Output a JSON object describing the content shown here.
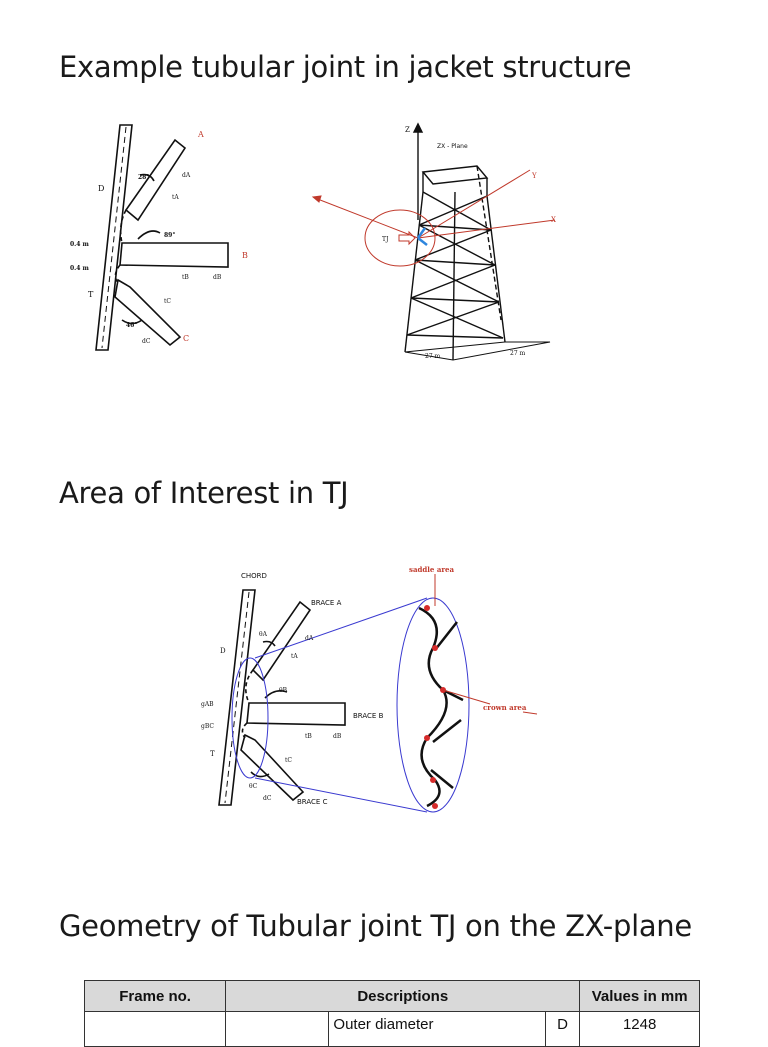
{
  "headings": {
    "example": "Example tubular joint in jacket structure",
    "area": "Area of Interest in TJ",
    "geometry": "Geometry of Tubular joint TJ on the ZX-plane"
  },
  "figure1": {
    "label_A": "A",
    "label_B": "B",
    "label_C": "C",
    "label_D": "D",
    "label_T": "T",
    "dA": "dA",
    "tA": "tA",
    "dB": "dB",
    "tB": "tB",
    "dC": "dC",
    "tC": "tC",
    "angle_A": "28°",
    "angle_B": "89°",
    "angle_C": "46°",
    "gap1": "0.4 m",
    "gap2": "0.4 m"
  },
  "figure2": {
    "axis_z": "Z",
    "axis_y": "Y",
    "axis_x": "X",
    "plane": "ZX - Plane",
    "tj": "TJ",
    "width1": "27 m",
    "width2": "27 m"
  },
  "figure3": {
    "chord": "CHORD",
    "brace_a": "BRACE A",
    "brace_b": "BRACE B",
    "brace_c": "BRACE C",
    "saddle": "saddle area",
    "crown": "crown area",
    "D": "D",
    "T": "T",
    "dA": "dA",
    "tA": "tA",
    "tB": "tB",
    "dB": "dB",
    "tC": "tC",
    "dC": "dC",
    "thetaA": "θA",
    "thetaB": "θB",
    "thetaC": "θC",
    "gAB": "gAB",
    "gBC": "gBC"
  },
  "table": {
    "headers": [
      "Frame no.",
      "Descriptions",
      "Values in mm"
    ],
    "rows": [
      {
        "frame": "",
        "description": "Outer diameter",
        "symbol": "D",
        "value": "1248"
      }
    ]
  },
  "colors": {
    "accent_red": "#c0392b",
    "line_blue": "#3a3ad0",
    "text": "#1a1a1a"
  }
}
